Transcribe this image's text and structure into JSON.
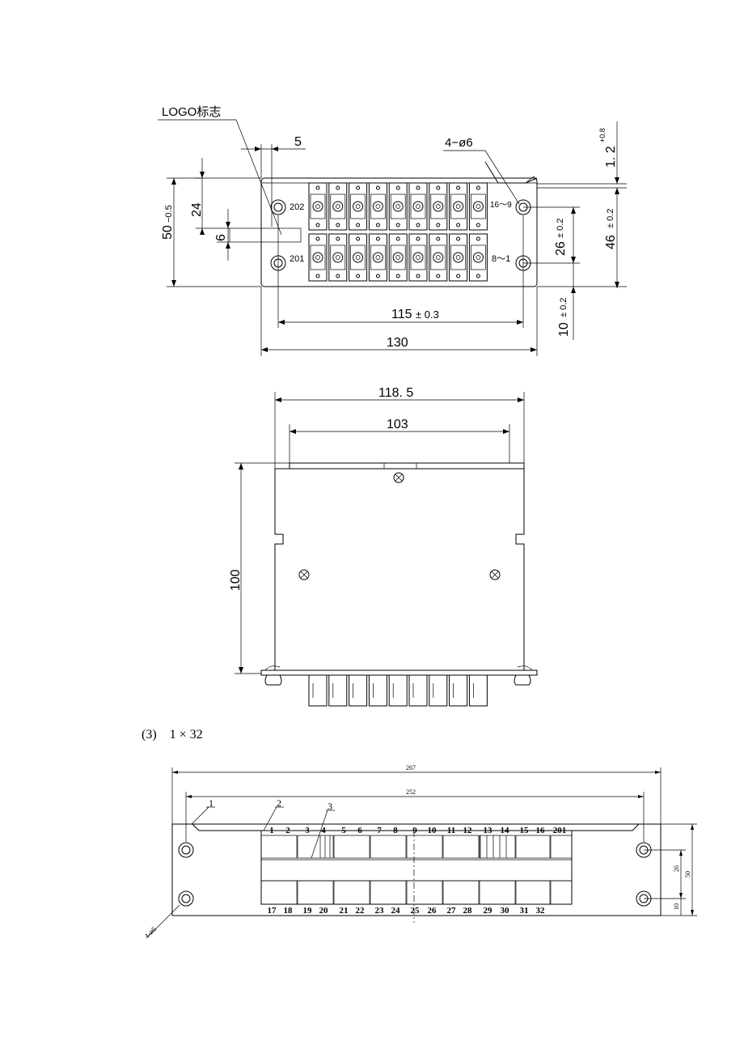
{
  "fig1": {
    "logo_label": "LOGO标志",
    "holes_label": "4−ø6",
    "row_top_label": "202",
    "row_bottom_label": "201",
    "range_top": "16～9",
    "range_bottom": "8～1",
    "dims": {
      "d5": "5",
      "d24": "24",
      "d6": "6",
      "d50": "50",
      "d50_tol": "−0.5",
      "d115": "115",
      "d115_tol": "± 0.3",
      "d130": "130",
      "d1_2": "1. 2",
      "d1_2_tol": "+0.8",
      "d26": "26",
      "d26_tol": "± 0.2",
      "d46": "46",
      "d46_tol": "± 0.2",
      "d10": "10",
      "d10_tol": "± 0.2"
    }
  },
  "fig2": {
    "dims": {
      "d118_5": "118. 5",
      "d103": "103",
      "d100": "100"
    }
  },
  "caption": {
    "num": "(3)",
    "text": "1 × 32"
  },
  "fig3": {
    "dims": {
      "d267": "267",
      "d252": "252",
      "d26": "26",
      "d50": "50",
      "d10": "10"
    },
    "callouts": [
      "1",
      "2",
      "3"
    ],
    "holes_label": "4-ø6",
    "top_numbers": [
      "1",
      "2",
      "3",
      "4",
      "5",
      "6",
      "7",
      "8",
      "9",
      "10",
      "11",
      "12",
      "13",
      "14",
      "15",
      "16",
      "201"
    ],
    "bottom_numbers": [
      "17",
      "18",
      "19",
      "20",
      "21",
      "22",
      "23",
      "24",
      "25",
      "26",
      "27",
      "28",
      "29",
      "30",
      "31",
      "32"
    ]
  }
}
